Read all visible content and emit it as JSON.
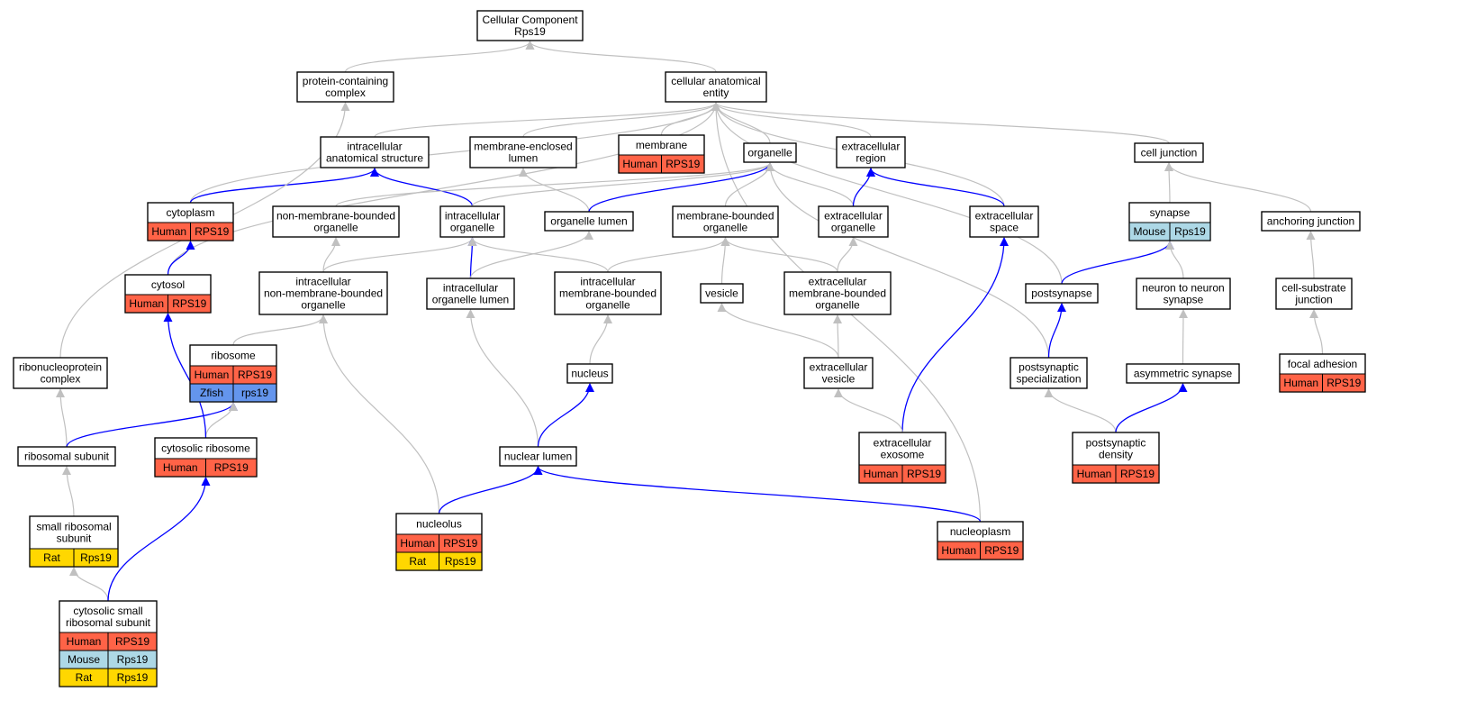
{
  "colors": {
    "is_a_edge": "#c0c0c0",
    "part_of_edge": "#0000ff",
    "human": "#ff6347",
    "mouse": "#add8e6",
    "rat": "#ffd700",
    "zfish": "#6495ed",
    "node_fill": "#ffffff",
    "node_border": "#000000"
  },
  "nodes": [
    {
      "id": "root",
      "lines": [
        "Cellular Component",
        "Rps19"
      ]
    },
    {
      "id": "pcc",
      "lines": [
        "protein-containing",
        "complex"
      ]
    },
    {
      "id": "cae",
      "lines": [
        "cellular anatomical",
        "entity"
      ]
    },
    {
      "id": "ias",
      "lines": [
        "intracellular",
        "anatomical structure"
      ]
    },
    {
      "id": "mel",
      "lines": [
        "membrane-enclosed",
        "lumen"
      ]
    },
    {
      "id": "membrane",
      "lines": [
        "membrane"
      ],
      "species": [
        [
          "Human",
          "RPS19",
          "human"
        ]
      ]
    },
    {
      "id": "organelle",
      "lines": [
        "organelle"
      ]
    },
    {
      "id": "ecr",
      "lines": [
        "extracellular",
        "region"
      ]
    },
    {
      "id": "cj",
      "lines": [
        "cell junction"
      ]
    },
    {
      "id": "cytoplasm",
      "lines": [
        "cytoplasm"
      ],
      "species": [
        [
          "Human",
          "RPS19",
          "human"
        ]
      ]
    },
    {
      "id": "nmbo",
      "lines": [
        "non-membrane-bounded",
        "organelle"
      ]
    },
    {
      "id": "io",
      "lines": [
        "intracellular",
        "organelle"
      ]
    },
    {
      "id": "ol",
      "lines": [
        "organelle lumen"
      ]
    },
    {
      "id": "mbo",
      "lines": [
        "membrane-bounded",
        "organelle"
      ]
    },
    {
      "id": "eco",
      "lines": [
        "extracellular",
        "organelle"
      ]
    },
    {
      "id": "ecs",
      "lines": [
        "extracellular",
        "space"
      ]
    },
    {
      "id": "synapse",
      "lines": [
        "synapse"
      ],
      "species": [
        [
          "Mouse",
          "Rps19",
          "mouse"
        ]
      ]
    },
    {
      "id": "aj",
      "lines": [
        "anchoring junction"
      ]
    },
    {
      "id": "cytosol",
      "lines": [
        "cytosol"
      ],
      "species": [
        [
          "Human",
          "RPS19",
          "human"
        ]
      ]
    },
    {
      "id": "inmbo",
      "lines": [
        "intracellular",
        "non-membrane-bounded",
        "organelle"
      ]
    },
    {
      "id": "iol",
      "lines": [
        "intracellular",
        "organelle lumen"
      ]
    },
    {
      "id": "imbo",
      "lines": [
        "intracellular",
        "membrane-bounded",
        "organelle"
      ]
    },
    {
      "id": "vesicle",
      "lines": [
        "vesicle"
      ]
    },
    {
      "id": "ecmbo",
      "lines": [
        "extracellular",
        "membrane-bounded",
        "organelle"
      ]
    },
    {
      "id": "postsynapse",
      "lines": [
        "postsynapse"
      ]
    },
    {
      "id": "n2n",
      "lines": [
        "neuron to neuron",
        "synapse"
      ]
    },
    {
      "id": "csj",
      "lines": [
        "cell-substrate",
        "junction"
      ]
    },
    {
      "id": "ribosome",
      "lines": [
        "ribosome"
      ],
      "species": [
        [
          "Human",
          "RPS19",
          "human"
        ],
        [
          "Zfish",
          "rps19",
          "zfish"
        ]
      ]
    },
    {
      "id": "rnp",
      "lines": [
        "ribonucleoprotein",
        "complex"
      ]
    },
    {
      "id": "nucleus",
      "lines": [
        "nucleus"
      ]
    },
    {
      "id": "ecv",
      "lines": [
        "extracellular",
        "vesicle"
      ]
    },
    {
      "id": "pss",
      "lines": [
        "postsynaptic",
        "specialization"
      ]
    },
    {
      "id": "asyn",
      "lines": [
        "asymmetric synapse"
      ]
    },
    {
      "id": "fa",
      "lines": [
        "focal adhesion"
      ],
      "species": [
        [
          "Human",
          "RPS19",
          "human"
        ]
      ]
    },
    {
      "id": "rs",
      "lines": [
        "ribosomal subunit"
      ]
    },
    {
      "id": "cr",
      "lines": [
        "cytosolic ribosome"
      ],
      "species": [
        [
          "Human",
          "RPS19",
          "human"
        ]
      ]
    },
    {
      "id": "nl",
      "lines": [
        "nuclear lumen"
      ]
    },
    {
      "id": "exo",
      "lines": [
        "extracellular",
        "exosome"
      ],
      "species": [
        [
          "Human",
          "RPS19",
          "human"
        ]
      ]
    },
    {
      "id": "psd",
      "lines": [
        "postsynaptic",
        "density"
      ],
      "species": [
        [
          "Human",
          "RPS19",
          "human"
        ]
      ]
    },
    {
      "id": "srs",
      "lines": [
        "small ribosomal",
        "subunit"
      ],
      "species": [
        [
          "Rat",
          "Rps19",
          "rat"
        ]
      ]
    },
    {
      "id": "nucleolus",
      "lines": [
        "nucleolus"
      ],
      "species": [
        [
          "Human",
          "RPS19",
          "human"
        ],
        [
          "Rat",
          "Rps19",
          "rat"
        ]
      ]
    },
    {
      "id": "nucleoplasm",
      "lines": [
        "nucleoplasm"
      ],
      "species": [
        [
          "Human",
          "RPS19",
          "human"
        ]
      ]
    },
    {
      "id": "csrs",
      "lines": [
        "cytosolic small",
        "ribosomal subunit"
      ],
      "species": [
        [
          "Human",
          "RPS19",
          "human"
        ],
        [
          "Mouse",
          "Rps19",
          "mouse"
        ],
        [
          "Rat",
          "Rps19",
          "rat"
        ]
      ]
    }
  ],
  "edges": [
    {
      "from": "pcc",
      "to": "root",
      "kind": "is_a"
    },
    {
      "from": "cae",
      "to": "root",
      "kind": "is_a"
    },
    {
      "from": "ias",
      "to": "cae",
      "kind": "is_a"
    },
    {
      "from": "mel",
      "to": "cae",
      "kind": "is_a"
    },
    {
      "from": "membrane",
      "to": "cae",
      "kind": "is_a"
    },
    {
      "from": "organelle",
      "to": "cae",
      "kind": "is_a"
    },
    {
      "from": "ecr",
      "to": "cae",
      "kind": "is_a"
    },
    {
      "from": "cj",
      "to": "cae",
      "kind": "is_a"
    },
    {
      "from": "cytoplasm",
      "to": "cae",
      "kind": "is_a"
    },
    {
      "from": "ecs",
      "to": "cae",
      "kind": "is_a"
    },
    {
      "from": "postsynapse",
      "to": "cae",
      "kind": "is_a"
    },
    {
      "from": "cytosol",
      "to": "cae",
      "kind": "is_a"
    },
    {
      "from": "nucleoplasm",
      "to": "cae",
      "kind": "is_a"
    },
    {
      "from": "cytoplasm",
      "to": "ias",
      "kind": "part_of"
    },
    {
      "from": "io",
      "to": "ias",
      "kind": "part_of"
    },
    {
      "from": "ol",
      "to": "mel",
      "kind": "is_a"
    },
    {
      "from": "nmbo",
      "to": "organelle",
      "kind": "is_a"
    },
    {
      "from": "io",
      "to": "organelle",
      "kind": "is_a"
    },
    {
      "from": "ol",
      "to": "organelle",
      "kind": "part_of"
    },
    {
      "from": "mbo",
      "to": "organelle",
      "kind": "is_a"
    },
    {
      "from": "eco",
      "to": "organelle",
      "kind": "is_a"
    },
    {
      "from": "pss",
      "to": "organelle",
      "kind": "is_a"
    },
    {
      "from": "eco",
      "to": "ecr",
      "kind": "part_of"
    },
    {
      "from": "ecs",
      "to": "ecr",
      "kind": "part_of"
    },
    {
      "from": "synapse",
      "to": "cj",
      "kind": "is_a"
    },
    {
      "from": "aj",
      "to": "cj",
      "kind": "is_a"
    },
    {
      "from": "cytosol",
      "to": "cytoplasm",
      "kind": "part_of"
    },
    {
      "from": "inmbo",
      "to": "nmbo",
      "kind": "is_a"
    },
    {
      "from": "inmbo",
      "to": "io",
      "kind": "is_a"
    },
    {
      "from": "iol",
      "to": "io",
      "kind": "part_of"
    },
    {
      "from": "imbo",
      "to": "io",
      "kind": "is_a"
    },
    {
      "from": "iol",
      "to": "ol",
      "kind": "is_a"
    },
    {
      "from": "imbo",
      "to": "mbo",
      "kind": "is_a"
    },
    {
      "from": "vesicle",
      "to": "mbo",
      "kind": "is_a"
    },
    {
      "from": "ecmbo",
      "to": "mbo",
      "kind": "is_a"
    },
    {
      "from": "ecmbo",
      "to": "eco",
      "kind": "is_a"
    },
    {
      "from": "exo",
      "to": "ecs",
      "kind": "part_of"
    },
    {
      "from": "postsynapse",
      "to": "synapse",
      "kind": "part_of"
    },
    {
      "from": "n2n",
      "to": "synapse",
      "kind": "is_a"
    },
    {
      "from": "csj",
      "to": "aj",
      "kind": "is_a"
    },
    {
      "from": "ribosome",
      "to": "inmbo",
      "kind": "is_a"
    },
    {
      "from": "nucleolus",
      "to": "inmbo",
      "kind": "is_a"
    },
    {
      "from": "nl",
      "to": "iol",
      "kind": "is_a"
    },
    {
      "from": "nucleus",
      "to": "imbo",
      "kind": "is_a"
    },
    {
      "from": "ecv",
      "to": "vesicle",
      "kind": "is_a"
    },
    {
      "from": "ecv",
      "to": "ecmbo",
      "kind": "is_a"
    },
    {
      "from": "pss",
      "to": "postsynapse",
      "kind": "part_of"
    },
    {
      "from": "asyn",
      "to": "n2n",
      "kind": "is_a"
    },
    {
      "from": "fa",
      "to": "csj",
      "kind": "is_a"
    },
    {
      "from": "rnp",
      "to": "pcc",
      "kind": "is_a"
    },
    {
      "from": "rs",
      "to": "rnp",
      "kind": "is_a"
    },
    {
      "from": "rs",
      "to": "ribosome",
      "kind": "part_of"
    },
    {
      "from": "cr",
      "to": "ribosome",
      "kind": "is_a"
    },
    {
      "from": "cr",
      "to": "cytosol",
      "kind": "part_of"
    },
    {
      "from": "nl",
      "to": "nucleus",
      "kind": "part_of"
    },
    {
      "from": "exo",
      "to": "ecv",
      "kind": "is_a"
    },
    {
      "from": "psd",
      "to": "pss",
      "kind": "is_a"
    },
    {
      "from": "psd",
      "to": "asyn",
      "kind": "part_of"
    },
    {
      "from": "srs",
      "to": "rs",
      "kind": "is_a"
    },
    {
      "from": "nucleolus",
      "to": "nl",
      "kind": "part_of"
    },
    {
      "from": "nucleoplasm",
      "to": "nl",
      "kind": "part_of"
    },
    {
      "from": "csrs",
      "to": "srs",
      "kind": "is_a"
    },
    {
      "from": "csrs",
      "to": "cr",
      "kind": "part_of"
    }
  ]
}
